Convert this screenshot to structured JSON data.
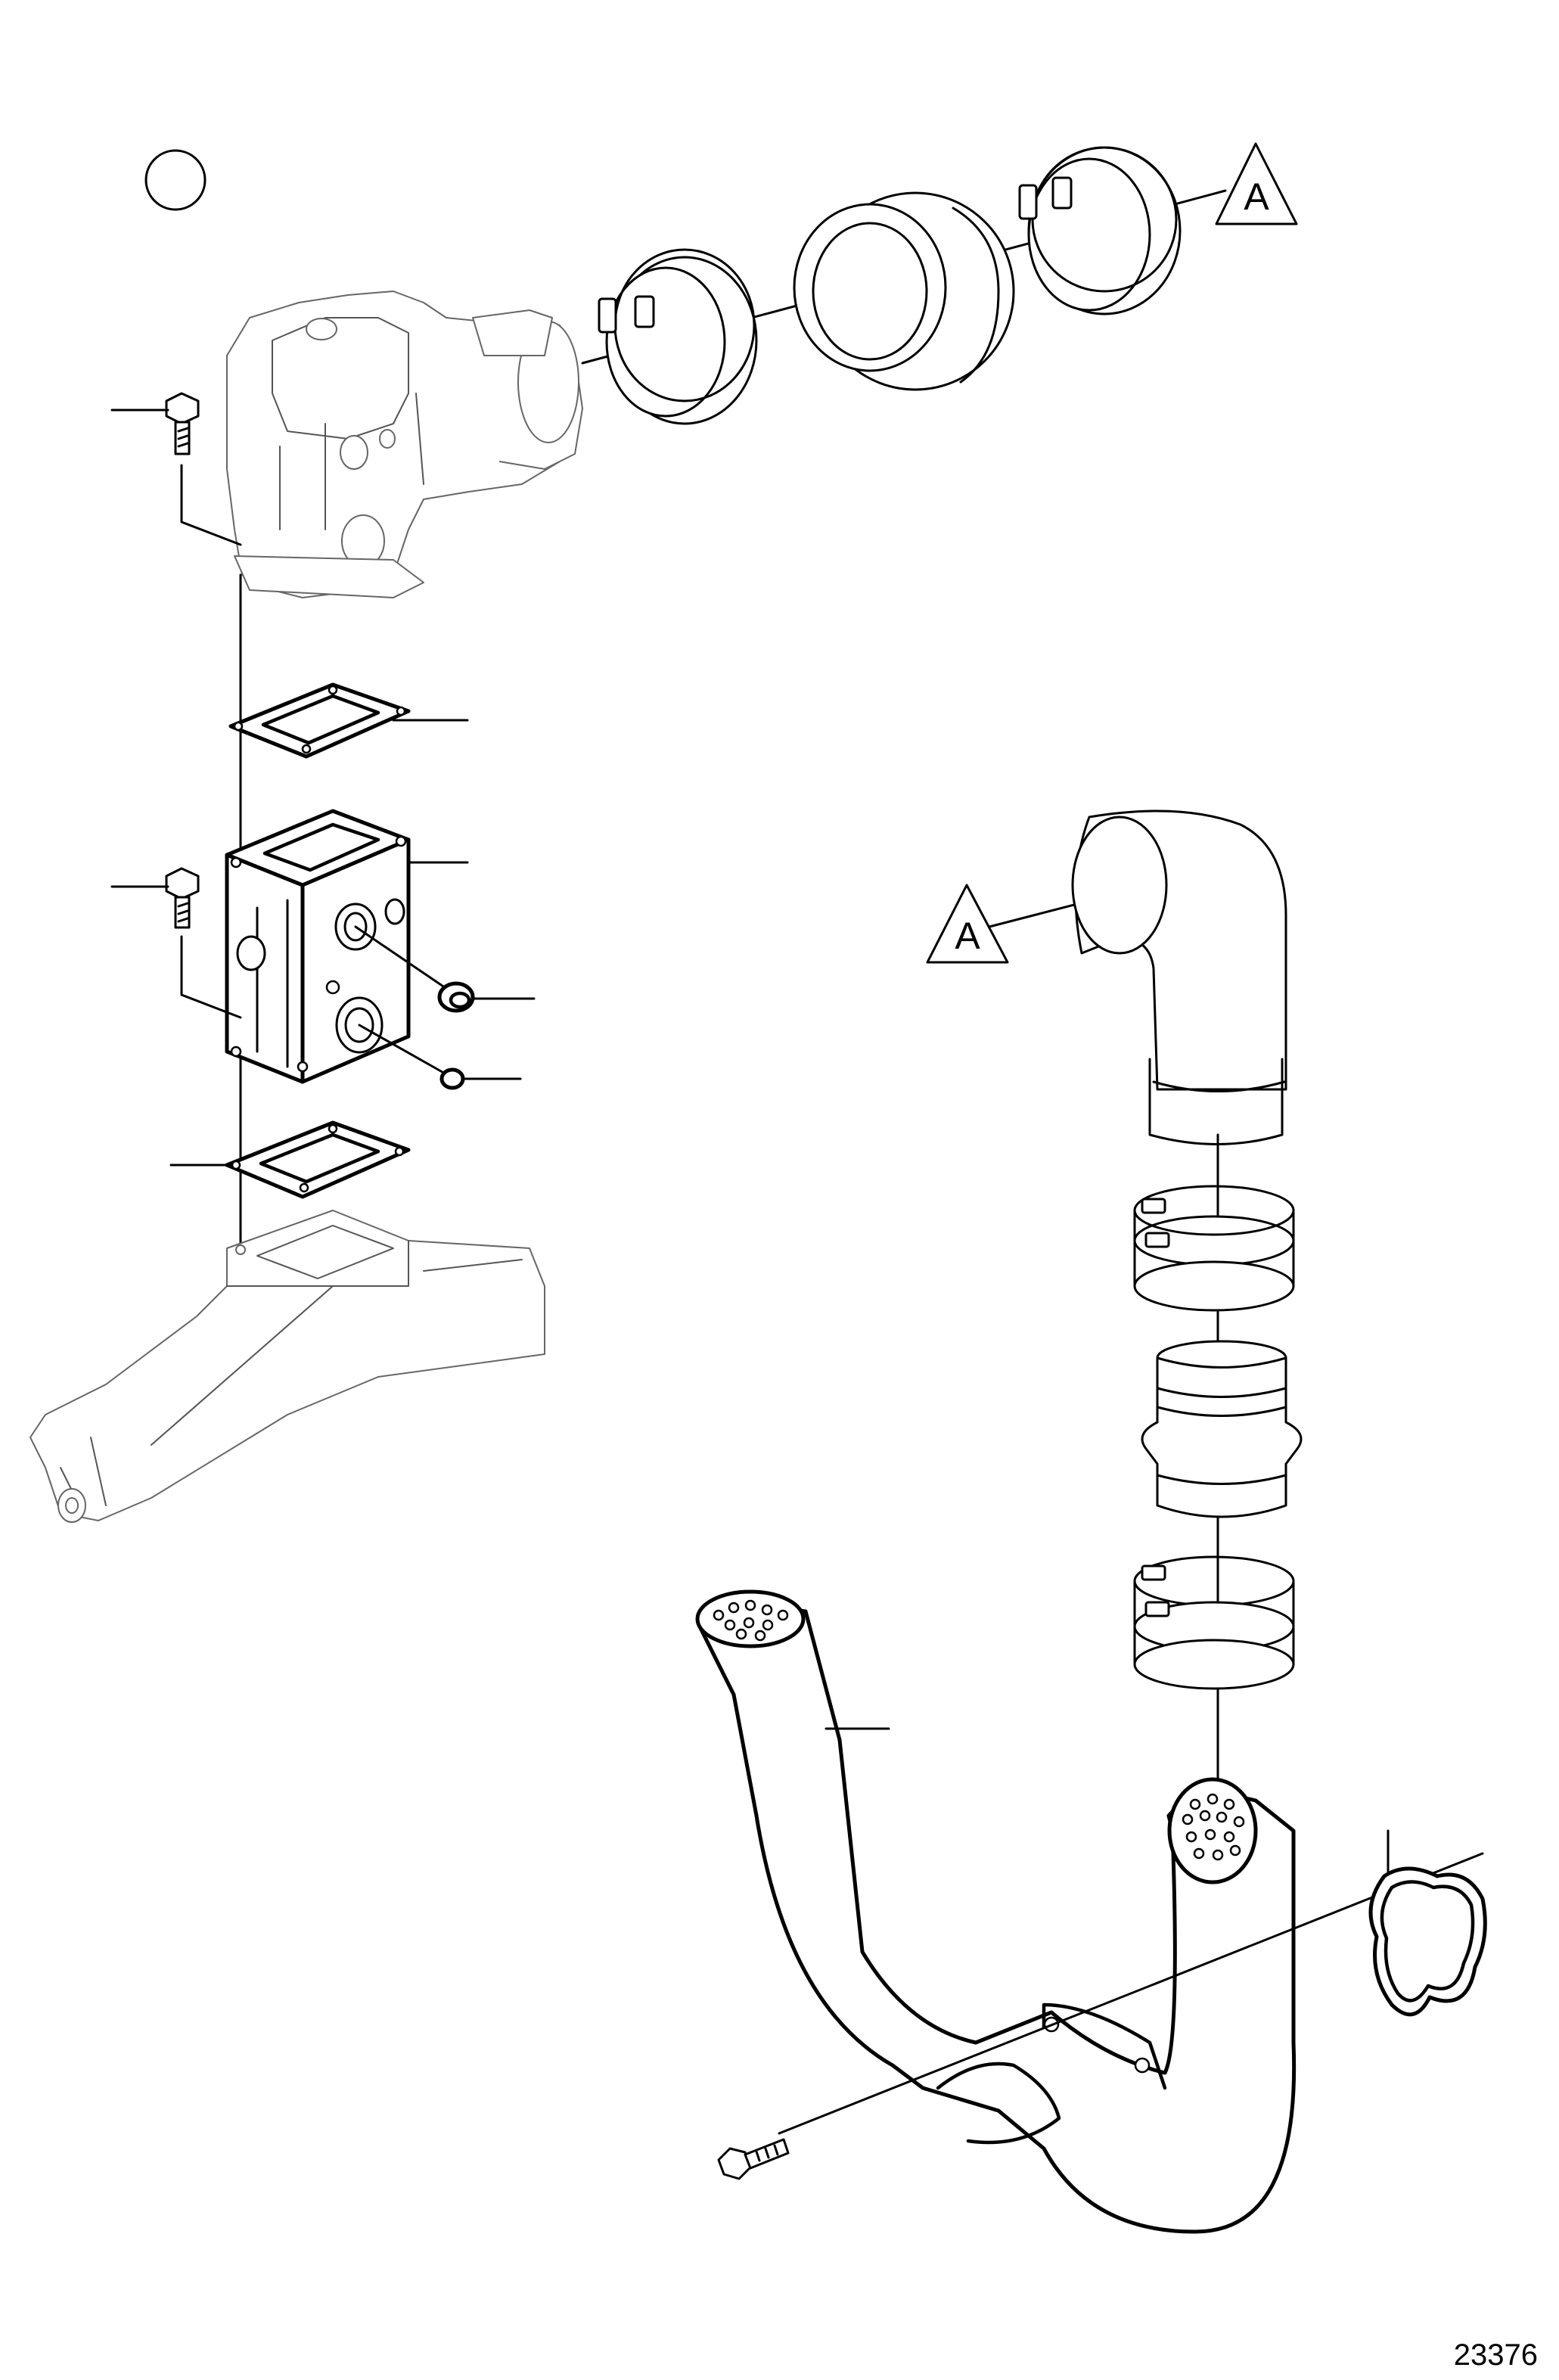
{
  "diagram": {
    "reference_labels": {
      "upper": "A",
      "lower": "A"
    },
    "drawing_number": "23376"
  }
}
